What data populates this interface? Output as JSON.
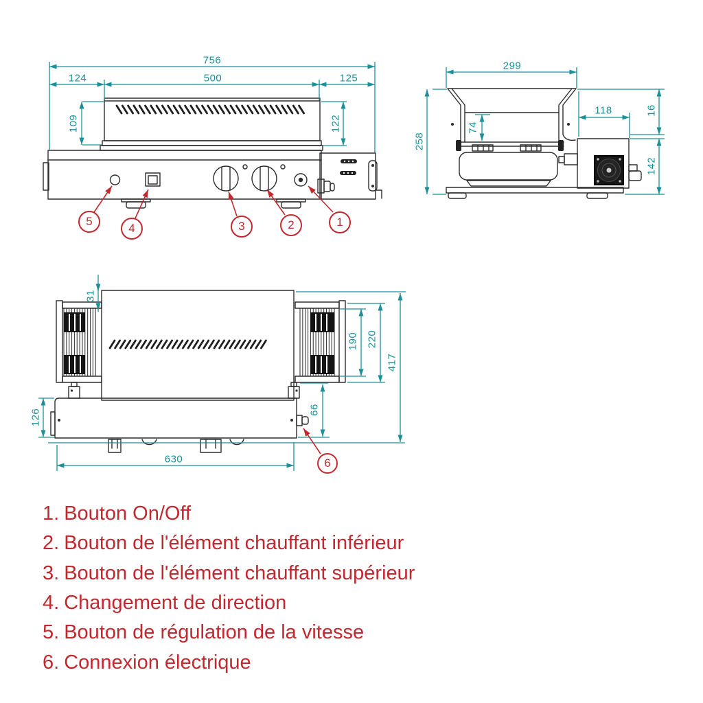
{
  "colors": {
    "dimension": "#1b9099",
    "callout": "#c2292f",
    "drawing": "#2d2d2d",
    "background": "#ffffff"
  },
  "views": {
    "front": {
      "dims": {
        "total_width": "756",
        "left_section": "124",
        "chamber_width": "500",
        "right_section": "125",
        "chamber_height_left": "109",
        "chamber_height_right": "122"
      }
    },
    "side": {
      "dims": {
        "top_width": "299",
        "total_height": "258",
        "opening_height": "74",
        "motor_depth": "118",
        "top_gap": "16",
        "motor_height": "142"
      }
    },
    "top": {
      "dims": {
        "rear_offset": "31",
        "belt_width": "190",
        "grille_width": "220",
        "total_depth": "417",
        "front_offset": "66",
        "base_depth": "126",
        "base_width": "630"
      }
    }
  },
  "callouts": {
    "c1": "1",
    "c2": "2",
    "c3": "3",
    "c4": "4",
    "c5": "5",
    "c6": "6"
  },
  "legend": {
    "items": [
      {
        "num": "1.",
        "label": "Bouton On/Off"
      },
      {
        "num": "2.",
        "label": "Bouton de l'élément chauffant inférieur"
      },
      {
        "num": "3.",
        "label": "Bouton de l'élément chauffant supérieur"
      },
      {
        "num": "4.",
        "label": "Changement de direction"
      },
      {
        "num": "5.",
        "label": "Bouton de régulation de la vitesse"
      },
      {
        "num": "6.",
        "label": "Connexion électrique"
      }
    ]
  }
}
